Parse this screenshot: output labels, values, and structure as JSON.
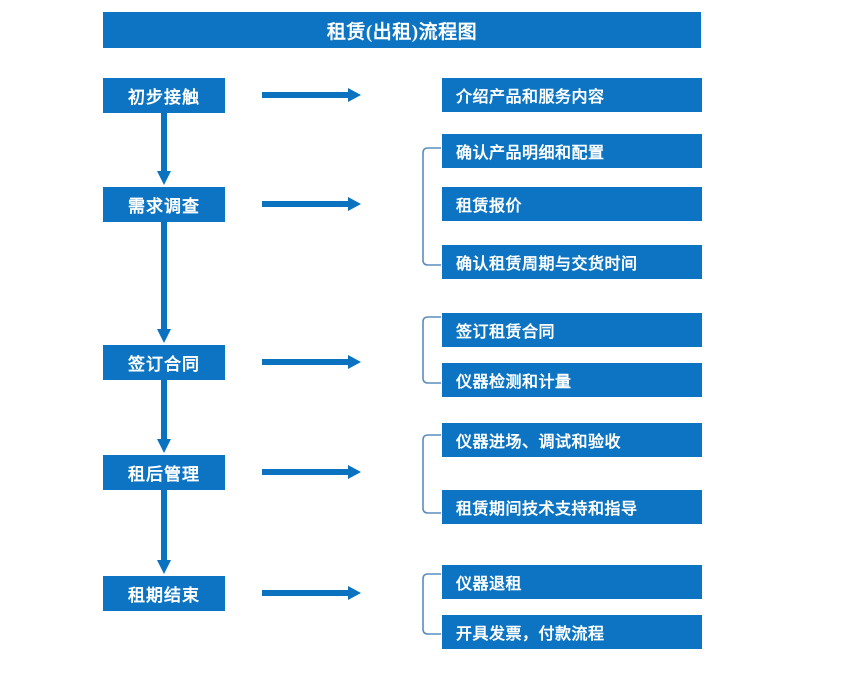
{
  "title": "租赁(出租)流程图",
  "colors": {
    "box_fill": "#0C74C2",
    "box_text": "#FFFFFF",
    "arrow": "#0A72BF",
    "bracket": "#5B8DBE",
    "background": "#FFFFFF"
  },
  "chart_data": {
    "type": "diagram",
    "title": "租赁(出租)流程图",
    "orientation": "vertical-flow-with-side-details",
    "stages": [
      {
        "id": "stage-1",
        "label": "初步接触",
        "details": [
          "介绍产品和服务内容"
        ],
        "has_bracket": false,
        "has_arrow_to_next": true
      },
      {
        "id": "stage-2",
        "label": "需求调查",
        "details": [
          "确认产品明细和配置",
          "租赁报价",
          "确认租赁周期与交货时间"
        ],
        "has_bracket": true,
        "has_arrow_to_next": true
      },
      {
        "id": "stage-3",
        "label": "签订合同",
        "details": [
          "签订租赁合同",
          "仪器检测和计量"
        ],
        "has_bracket": true,
        "has_arrow_to_next": true
      },
      {
        "id": "stage-4",
        "label": "租后管理",
        "details": [
          "仪器进场、调试和验收",
          "租赁期间技术支持和指导"
        ],
        "has_bracket": true,
        "has_arrow_to_next": true
      },
      {
        "id": "stage-5",
        "label": "租期结束",
        "details": [
          "仪器退租",
          "开具发票，付款流程"
        ],
        "has_bracket": true,
        "has_arrow_to_next": false
      }
    ]
  },
  "stage_boxes": [
    {
      "label": "初步接触"
    },
    {
      "label": "需求调查"
    },
    {
      "label": "签订合同"
    },
    {
      "label": "租后管理"
    },
    {
      "label": "租期结束"
    }
  ],
  "detail_boxes": [
    {
      "label": "介绍产品和服务内容"
    },
    {
      "label": "确认产品明细和配置"
    },
    {
      "label": "租赁报价"
    },
    {
      "label": "确认租赁周期与交货时间"
    },
    {
      "label": "签订租赁合同"
    },
    {
      "label": "仪器检测和计量"
    },
    {
      "label": "仪器进场、调试和验收"
    },
    {
      "label": "租赁期间技术支持和指导"
    },
    {
      "label": "仪器退租"
    },
    {
      "label": "开具发票，付款流程"
    }
  ]
}
